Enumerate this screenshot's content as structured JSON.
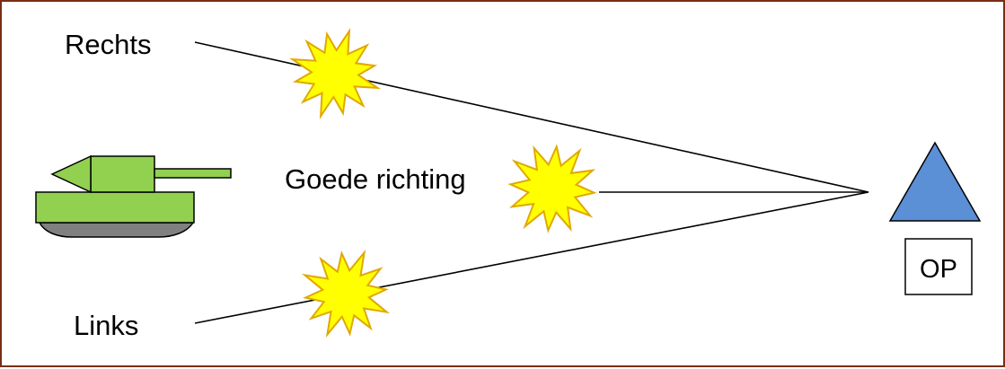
{
  "labels": {
    "right": "Rechts",
    "center": "Goede richting",
    "left": "Links",
    "observation_post": "OP"
  },
  "colors": {
    "border": "#7a2e14",
    "tank_body": "#92d050",
    "tank_tracks": "#808080",
    "burst_fill": "#ffff00",
    "burst_stroke": "#e0a800",
    "observer_triangle": "#5b8fd6",
    "line": "#000000"
  },
  "icons": {
    "tank": "tank-icon",
    "burst": "explosion-burst-icon",
    "observer": "triangle-icon"
  }
}
